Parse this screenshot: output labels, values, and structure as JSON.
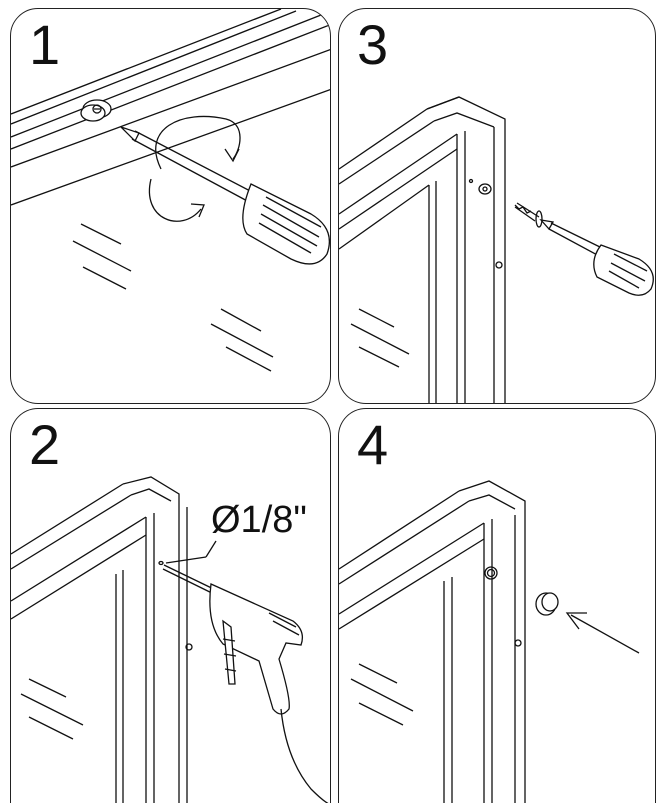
{
  "steps": [
    {
      "number": "1",
      "action": "unscrew-bracket"
    },
    {
      "number": "2",
      "action": "drill-hole",
      "drill_size": "Ø1/8\""
    },
    {
      "number": "3",
      "action": "insert-screw"
    },
    {
      "number": "4",
      "action": "apply-cap"
    }
  ],
  "colors": {
    "line": "#111111",
    "background": "#ffffff"
  }
}
